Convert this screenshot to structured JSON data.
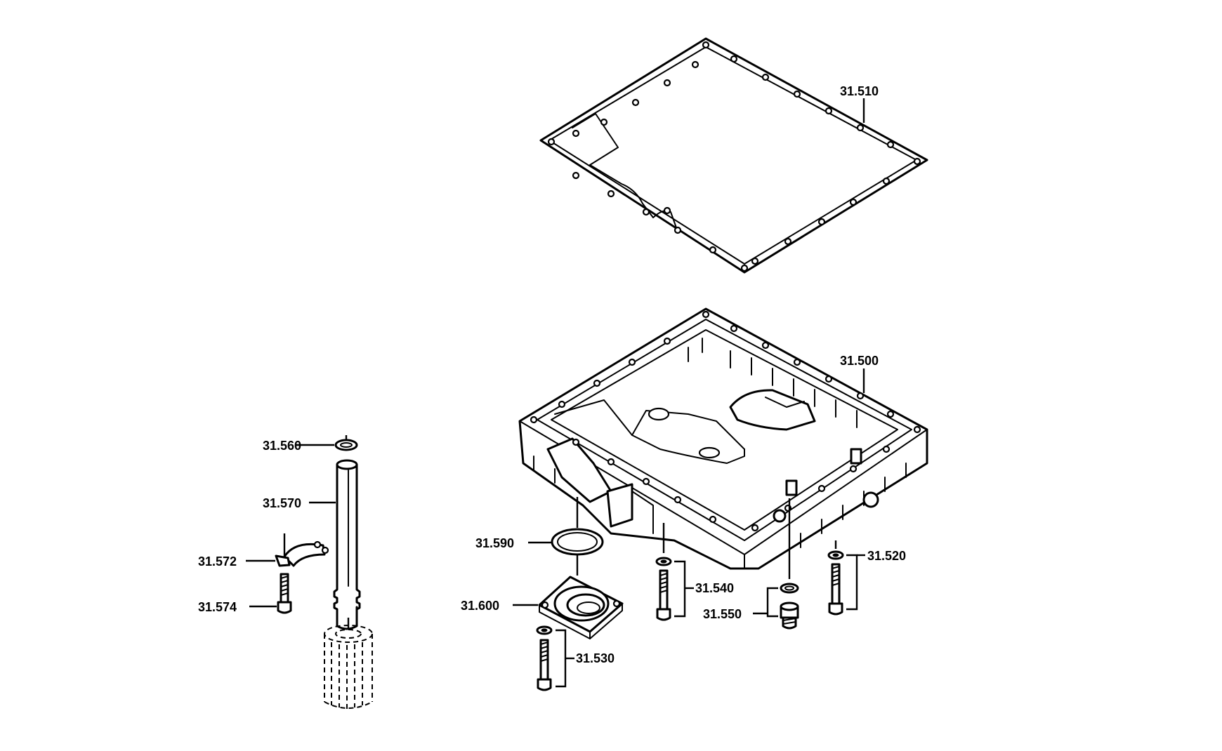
{
  "labels": {
    "p31500": "31.500",
    "p31510": "31.510",
    "p31520": "31.520",
    "p31530": "31.530",
    "p31540": "31.540",
    "p31550": "31.550",
    "p31560": "31.560",
    "p31570": "31.570",
    "p31572": "31.572",
    "p31574": "31.574",
    "p31590": "31.590",
    "p31600": "31.600"
  },
  "colors": {
    "line": "#000000",
    "background": "#ffffff"
  }
}
